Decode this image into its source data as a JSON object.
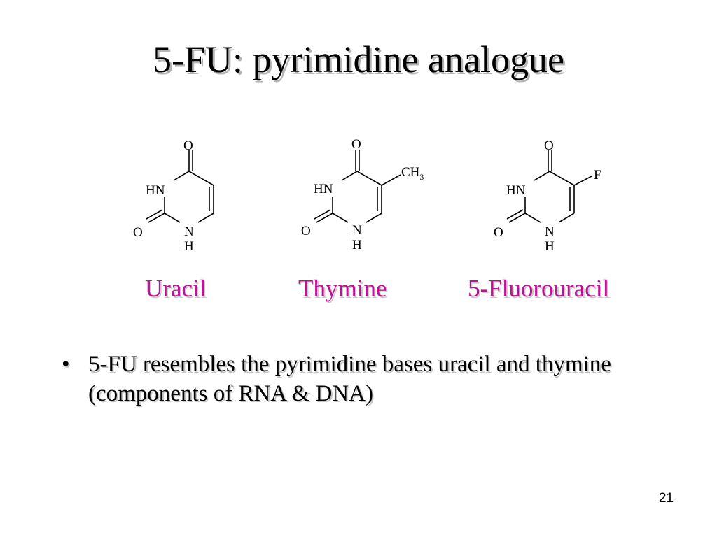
{
  "slide": {
    "title": "5-FU: pyrimidine analogue",
    "molecules": [
      {
        "name": "Uracil",
        "atoms": {
          "top_o": "O",
          "n3": "HN",
          "c2_o": "O",
          "n1": "N",
          "n1_h": "H"
        },
        "substituent": {
          "main": "",
          "subscript": ""
        }
      },
      {
        "name": "Thymine",
        "atoms": {
          "top_o": "O",
          "n3": "HN",
          "c2_o": "O",
          "n1": "N",
          "n1_h": "H"
        },
        "substituent": {
          "main": "CH",
          "subscript": "3"
        }
      },
      {
        "name": "5-Fluorouracil",
        "atoms": {
          "top_o": "O",
          "n3": "HN",
          "c2_o": "O",
          "n1": "N",
          "n1_h": "H"
        },
        "substituent": {
          "main": "F",
          "subscript": ""
        }
      }
    ],
    "bullets": [
      {
        "marker": "•",
        "text": "5-FU resembles the pyrimidine bases uracil and thymine (components of RNA & DNA)"
      }
    ],
    "page_number": "21",
    "colors": {
      "label": "#c10f96",
      "text": "#000000",
      "shadow": "#b5b5b5"
    }
  }
}
